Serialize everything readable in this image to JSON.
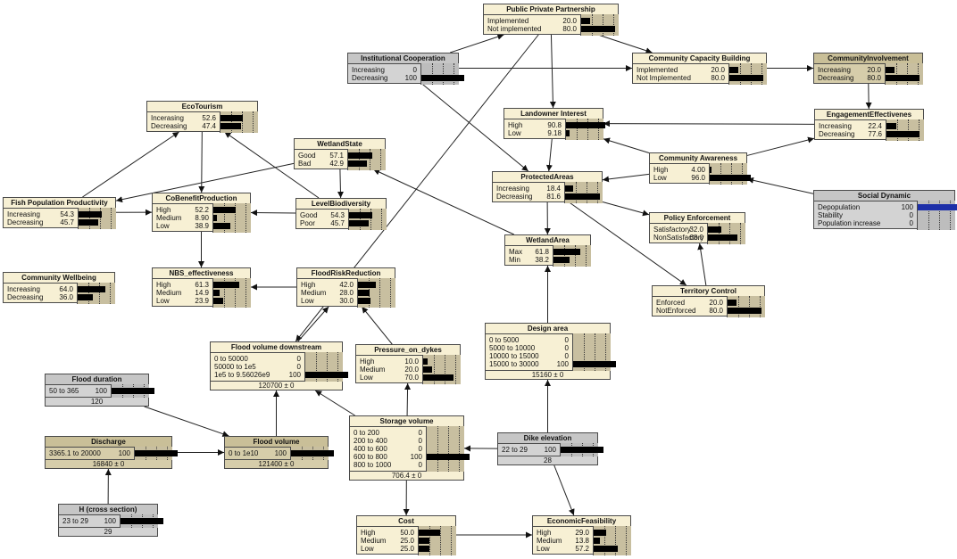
{
  "nodes": [
    {
      "id": "ppp",
      "title": "Public Private Partnership",
      "style": "cream",
      "states": [
        {
          "label": "Implemented",
          "value": "20.0",
          "p": 0.2
        },
        {
          "label": "Not implemented",
          "value": "80.0",
          "p": 0.8
        }
      ]
    },
    {
      "id": "instcoop",
      "title": "Institutional Cooperation",
      "style": "gray",
      "states": [
        {
          "label": "Increasing",
          "value": "0",
          "p": 0
        },
        {
          "label": "Decreasing",
          "value": "100",
          "p": 1
        }
      ]
    },
    {
      "id": "ccb",
      "title": "Community Capacity Building",
      "style": "cream",
      "states": [
        {
          "label": "Implemented",
          "value": "20.0",
          "p": 0.2
        },
        {
          "label": "Not Implemented",
          "value": "80.0",
          "p": 0.8
        }
      ]
    },
    {
      "id": "cinv",
      "title": "CommunityInvolvement",
      "style": "khaki",
      "states": [
        {
          "label": "Increasing",
          "value": "20.0",
          "p": 0.2
        },
        {
          "label": "Decreasing",
          "value": "80.0",
          "p": 0.8
        }
      ]
    },
    {
      "id": "ecot",
      "title": "EcoTourism",
      "style": "cream",
      "states": [
        {
          "label": "Incerasing",
          "value": "52.6",
          "p": 0.526
        },
        {
          "label": "Decreasing",
          "value": "47.4",
          "p": 0.474
        }
      ]
    },
    {
      "id": "landint",
      "title": "Landowner Interest",
      "style": "cream",
      "states": [
        {
          "label": "High",
          "value": "90.8",
          "p": 0.908
        },
        {
          "label": "Low",
          "value": "9.18",
          "p": 0.0918
        }
      ]
    },
    {
      "id": "engeff",
      "title": "EngagementEffectivenes",
      "style": "cream",
      "states": [
        {
          "label": "Increasing",
          "value": "22.4",
          "p": 0.224
        },
        {
          "label": "Decreasing",
          "value": "77.6",
          "p": 0.776
        }
      ]
    },
    {
      "id": "wstate",
      "title": "WetlandState",
      "style": "cream",
      "states": [
        {
          "label": "Good",
          "value": "57.1",
          "p": 0.571
        },
        {
          "label": "Bad",
          "value": "42.9",
          "p": 0.429
        }
      ]
    },
    {
      "id": "caware",
      "title": "Community Awareness",
      "style": "cream",
      "states": [
        {
          "label": "High",
          "value": "4.00",
          "p": 0.04
        },
        {
          "label": "Low",
          "value": "96.0",
          "p": 0.96
        }
      ]
    },
    {
      "id": "protareas",
      "title": "ProtectedAreas",
      "style": "cream",
      "states": [
        {
          "label": "Increasing",
          "value": "18.4",
          "p": 0.184
        },
        {
          "label": "Decreasing",
          "value": "81.6",
          "p": 0.816
        }
      ]
    },
    {
      "id": "fishpop",
      "title": "Fish Population Productivity",
      "style": "cream",
      "states": [
        {
          "label": "Increasing",
          "value": "54.3",
          "p": 0.543
        },
        {
          "label": "Decreasing",
          "value": "45.7",
          "p": 0.457
        }
      ]
    },
    {
      "id": "cobenefit",
      "title": "CoBenefitProduction",
      "style": "cream",
      "states": [
        {
          "label": "High",
          "value": "52.2",
          "p": 0.522
        },
        {
          "label": "Medium",
          "value": "8.90",
          "p": 0.089
        },
        {
          "label": "Low",
          "value": "38.9",
          "p": 0.389
        }
      ]
    },
    {
      "id": "levbio",
      "title": "LevelBiodiversity",
      "style": "cream",
      "states": [
        {
          "label": "Good",
          "value": "54.3",
          "p": 0.543
        },
        {
          "label": "Poor",
          "value": "45.7",
          "p": 0.457
        }
      ]
    },
    {
      "id": "socdyn",
      "title": "Social Dynamic",
      "style": "gray",
      "blue": true,
      "states": [
        {
          "label": "Depopulation",
          "value": "100",
          "p": 1
        },
        {
          "label": "Stability",
          "value": "0",
          "p": 0
        },
        {
          "label": "Population increase",
          "value": "0",
          "p": 0
        }
      ]
    },
    {
      "id": "policy",
      "title": "Policy Enforcement",
      "style": "cream",
      "states": [
        {
          "label": "Satisfactory",
          "value": "32.0",
          "p": 0.32
        },
        {
          "label": "NonSatisfactory",
          "value": "68.0",
          "p": 0.68
        }
      ]
    },
    {
      "id": "wetarea",
      "title": "WetlandArea",
      "style": "cream",
      "states": [
        {
          "label": "Max",
          "value": "61.8",
          "p": 0.618
        },
        {
          "label": "Min",
          "value": "38.2",
          "p": 0.382
        }
      ]
    },
    {
      "id": "commwell",
      "title": "Community Wellbeing",
      "style": "cream",
      "states": [
        {
          "label": "Increasing",
          "value": "64.0",
          "p": 0.64
        },
        {
          "label": "Decreasing",
          "value": "36.0",
          "p": 0.36
        }
      ]
    },
    {
      "id": "nbs",
      "title": "NBS_effectiveness",
      "style": "cream",
      "states": [
        {
          "label": "High",
          "value": "61.3",
          "p": 0.613
        },
        {
          "label": "Medium",
          "value": "14.9",
          "p": 0.149
        },
        {
          "label": "Low",
          "value": "23.9",
          "p": 0.239
        }
      ]
    },
    {
      "id": "floodrisk",
      "title": "FloodRiskReduction",
      "style": "cream",
      "states": [
        {
          "label": "High",
          "value": "42.0",
          "p": 0.42
        },
        {
          "label": "Medium",
          "value": "28.0",
          "p": 0.28
        },
        {
          "label": "Low",
          "value": "30.0",
          "p": 0.3
        }
      ]
    },
    {
      "id": "territory",
      "title": "Territory Control",
      "style": "cream",
      "states": [
        {
          "label": "Enforced",
          "value": "20.0",
          "p": 0.2
        },
        {
          "label": "NotEnforced",
          "value": "80.0",
          "p": 0.8
        }
      ]
    },
    {
      "id": "design",
      "title": "Design area",
      "style": "cream",
      "summary": "15160 ± 0",
      "states": [
        {
          "label": "0 to 5000",
          "value": "0",
          "p": 0
        },
        {
          "label": "5000 to 10000",
          "value": "0",
          "p": 0
        },
        {
          "label": "10000 to 15000",
          "value": "0",
          "p": 0
        },
        {
          "label": "15000 to 30000",
          "value": "100",
          "p": 1
        }
      ]
    },
    {
      "id": "fvdown",
      "title": "Flood volume downstream",
      "style": "cream",
      "summary": "120700 ± 0",
      "states": [
        {
          "label": "0 to 50000",
          "value": "0",
          "p": 0
        },
        {
          "label": "50000 to 1e5",
          "value": "0",
          "p": 0
        },
        {
          "label": "1e5 to 9.56026e9",
          "value": "100",
          "p": 1
        }
      ]
    },
    {
      "id": "pressure",
      "title": "Pressure_on_dykes",
      "style": "cream",
      "states": [
        {
          "label": "High",
          "value": "10.0",
          "p": 0.1
        },
        {
          "label": "Medium",
          "value": "20.0",
          "p": 0.2
        },
        {
          "label": "Low",
          "value": "70.0",
          "p": 0.7
        }
      ]
    },
    {
      "id": "fduration",
      "title": "Flood duration",
      "style": "gray",
      "summary": "120",
      "states": [
        {
          "label": "50 to 365",
          "value": "100",
          "p": 1
        }
      ]
    },
    {
      "id": "storage",
      "title": "Storage volume",
      "style": "cream",
      "summary": "706.4 ± 0",
      "states": [
        {
          "label": "0 to 200",
          "value": "0",
          "p": 0
        },
        {
          "label": "200 to 400",
          "value": "0",
          "p": 0
        },
        {
          "label": "400 to 600",
          "value": "0",
          "p": 0
        },
        {
          "label": "600 to 800",
          "value": "100",
          "p": 1
        },
        {
          "label": "800 to 1000",
          "value": "0",
          "p": 0
        }
      ]
    },
    {
      "id": "dike",
      "title": "Dike elevation",
      "style": "gray",
      "summary": "28",
      "states": [
        {
          "label": "22 to 29",
          "value": "100",
          "p": 1
        }
      ]
    },
    {
      "id": "discharge",
      "title": "Discharge",
      "style": "khaki",
      "summary": "16840 ± 0",
      "states": [
        {
          "label": "3365.1 to 20000",
          "value": "100",
          "p": 1
        }
      ]
    },
    {
      "id": "fvolume",
      "title": "Flood volume",
      "style": "khaki",
      "summary": "121400 ± 0",
      "states": [
        {
          "label": "0 to 1e10",
          "value": "100",
          "p": 1
        }
      ]
    },
    {
      "id": "hcross",
      "title": "H (cross section)",
      "style": "gray",
      "summary": "29",
      "states": [
        {
          "label": "23 to 29",
          "value": "100",
          "p": 1
        }
      ]
    },
    {
      "id": "cost",
      "title": "Cost",
      "style": "cream",
      "states": [
        {
          "label": "High",
          "value": "50.0",
          "p": 0.5
        },
        {
          "label": "Medium",
          "value": "25.0",
          "p": 0.25
        },
        {
          "label": "Low",
          "value": "25.0",
          "p": 0.25
        }
      ]
    },
    {
      "id": "econ",
      "title": "EconomicFeasibility",
      "style": "cream",
      "states": [
        {
          "label": "High",
          "value": "29.0",
          "p": 0.29
        },
        {
          "label": "Medium",
          "value": "13.8",
          "p": 0.138
        },
        {
          "label": "Low",
          "value": "57.2",
          "p": 0.572
        }
      ]
    }
  ],
  "edges": [
    [
      "instcoop",
      "ppp"
    ],
    [
      "ppp",
      "landint"
    ],
    [
      "ppp",
      "ccb"
    ],
    [
      "instcoop",
      "ccb"
    ],
    [
      "ppp",
      "fvdown"
    ],
    [
      "ccb",
      "cinv"
    ],
    [
      "instcoop",
      "protareas"
    ],
    [
      "engeff",
      "landint"
    ],
    [
      "cinv",
      "engeff"
    ],
    [
      "caware",
      "engeff"
    ],
    [
      "caware",
      "landint"
    ],
    [
      "caware",
      "protareas"
    ],
    [
      "socdyn",
      "caware"
    ],
    [
      "landint",
      "protareas"
    ],
    [
      "protareas",
      "wetarea"
    ],
    [
      "protareas",
      "territory"
    ],
    [
      "protareas",
      "policy"
    ],
    [
      "territory",
      "policy"
    ],
    [
      "wetarea",
      "wstate"
    ],
    [
      "wstate",
      "levbio"
    ],
    [
      "wstate",
      "fishpop"
    ],
    [
      "levbio",
      "ecot"
    ],
    [
      "levbio",
      "cobenefit"
    ],
    [
      "ecot",
      "cobenefit"
    ],
    [
      "fishpop",
      "ecot"
    ],
    [
      "fishpop",
      "cobenefit"
    ],
    [
      "cobenefit",
      "nbs"
    ],
    [
      "floodrisk",
      "nbs"
    ],
    [
      "fvdown",
      "floodrisk"
    ],
    [
      "pressure",
      "floodrisk"
    ],
    [
      "storage",
      "pressure"
    ],
    [
      "storage",
      "fvdown"
    ],
    [
      "fvolume",
      "fvdown"
    ],
    [
      "fduration",
      "fvolume"
    ],
    [
      "discharge",
      "fvolume"
    ],
    [
      "hcross",
      "discharge"
    ],
    [
      "dike",
      "storage"
    ],
    [
      "dike",
      "design"
    ],
    [
      "dike",
      "econ"
    ],
    [
      "design",
      "wetarea"
    ],
    [
      "storage",
      "cost"
    ],
    [
      "cost",
      "econ"
    ]
  ]
}
